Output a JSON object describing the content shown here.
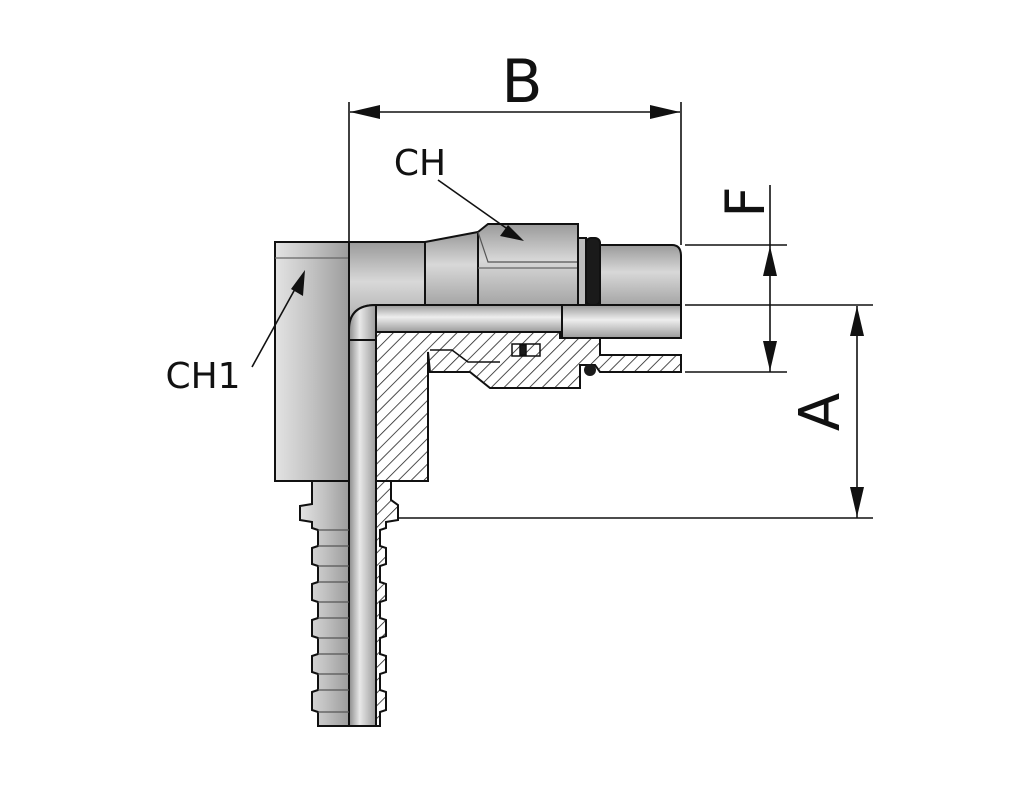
{
  "labels": {
    "B": "B",
    "CH": "CH",
    "CH1": "CH1",
    "F": "F",
    "A": "A"
  },
  "colors": {
    "ink": "#111111",
    "metal_light": "#c9c9c9",
    "metal_mid": "#a9a9a9",
    "metal_dark": "#7d7d7d",
    "oring": "#1a1a1a"
  }
}
